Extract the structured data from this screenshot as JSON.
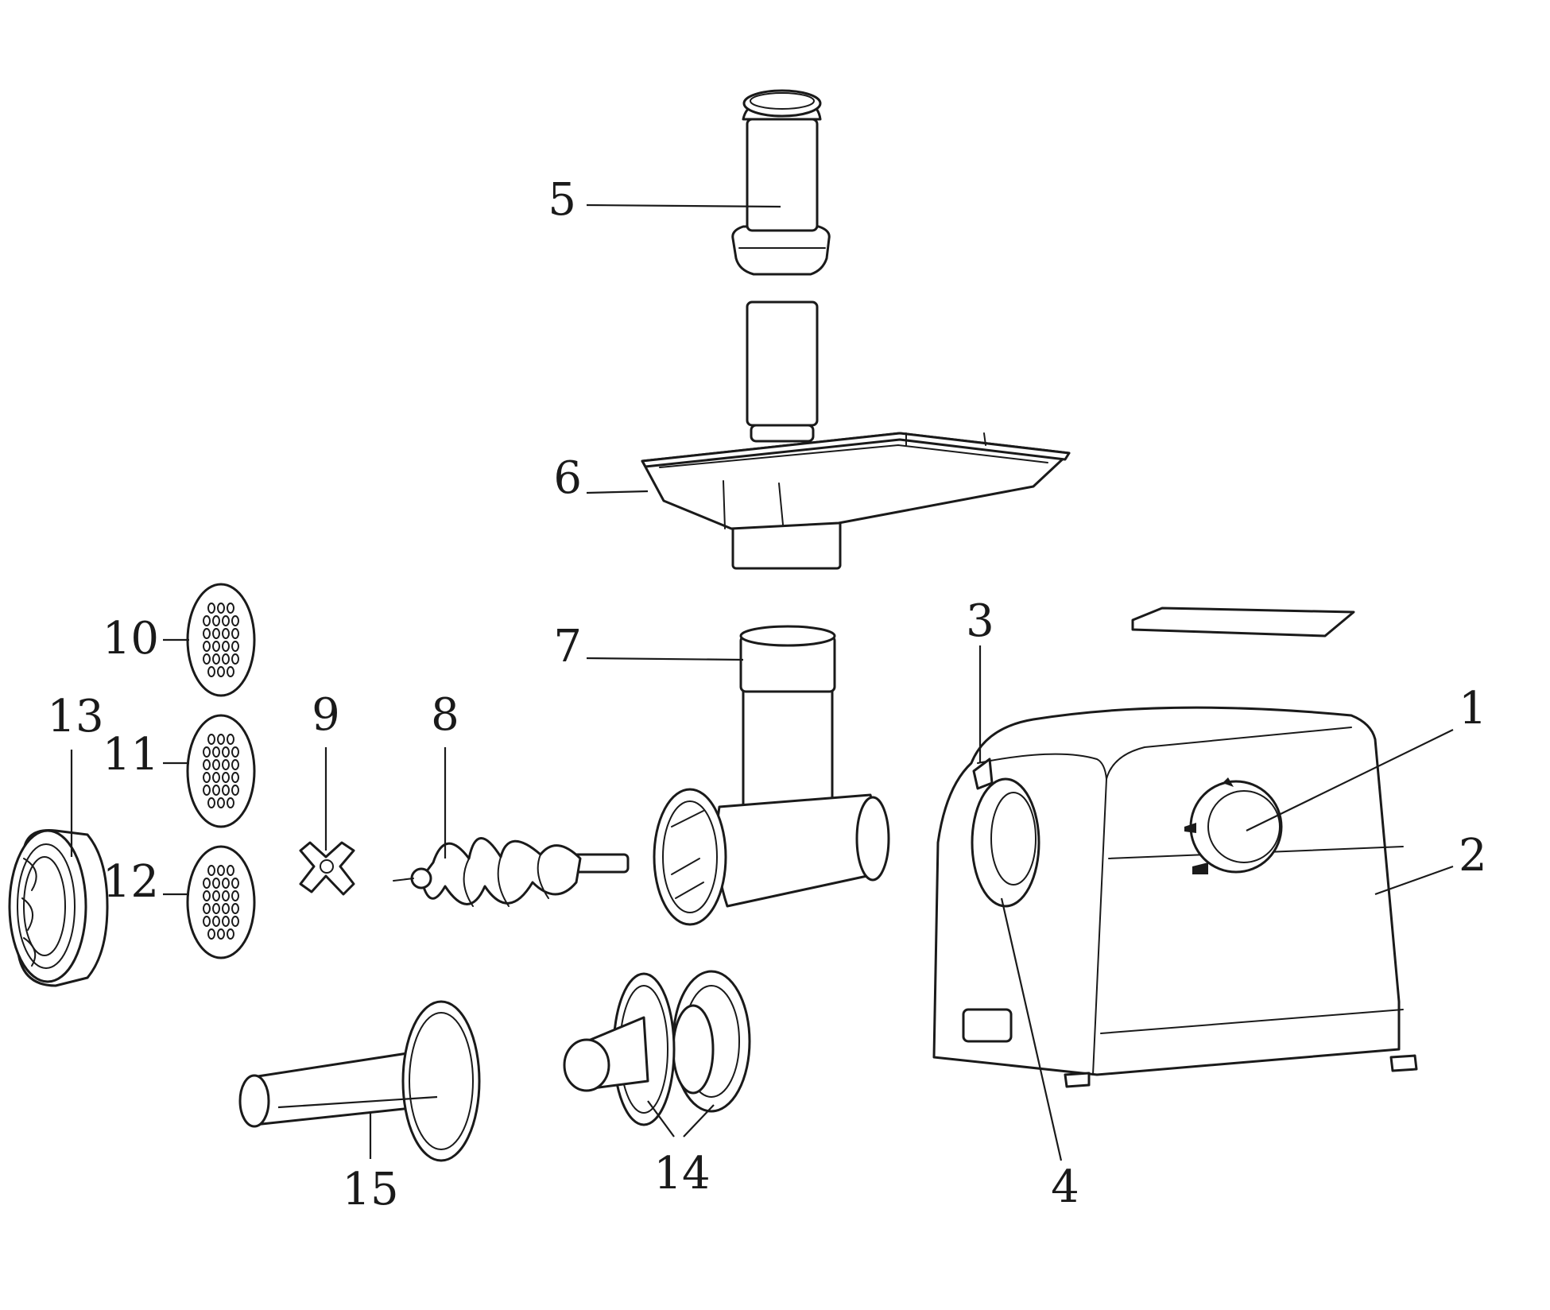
{
  "colors": {
    "line": "#1a1a1a",
    "background": "#ffffff"
  },
  "callouts": [
    {
      "id": "1",
      "label": "1"
    },
    {
      "id": "2",
      "label": "2"
    },
    {
      "id": "3",
      "label": "3"
    },
    {
      "id": "4",
      "label": "4"
    },
    {
      "id": "5",
      "label": "5"
    },
    {
      "id": "6",
      "label": "6"
    },
    {
      "id": "7",
      "label": "7"
    },
    {
      "id": "8",
      "label": "8"
    },
    {
      "id": "9",
      "label": "9"
    },
    {
      "id": "10",
      "label": "10"
    },
    {
      "id": "11",
      "label": "11"
    },
    {
      "id": "12",
      "label": "12"
    },
    {
      "id": "13",
      "label": "13"
    },
    {
      "id": "14",
      "label": "14"
    },
    {
      "id": "15",
      "label": "15"
    }
  ]
}
